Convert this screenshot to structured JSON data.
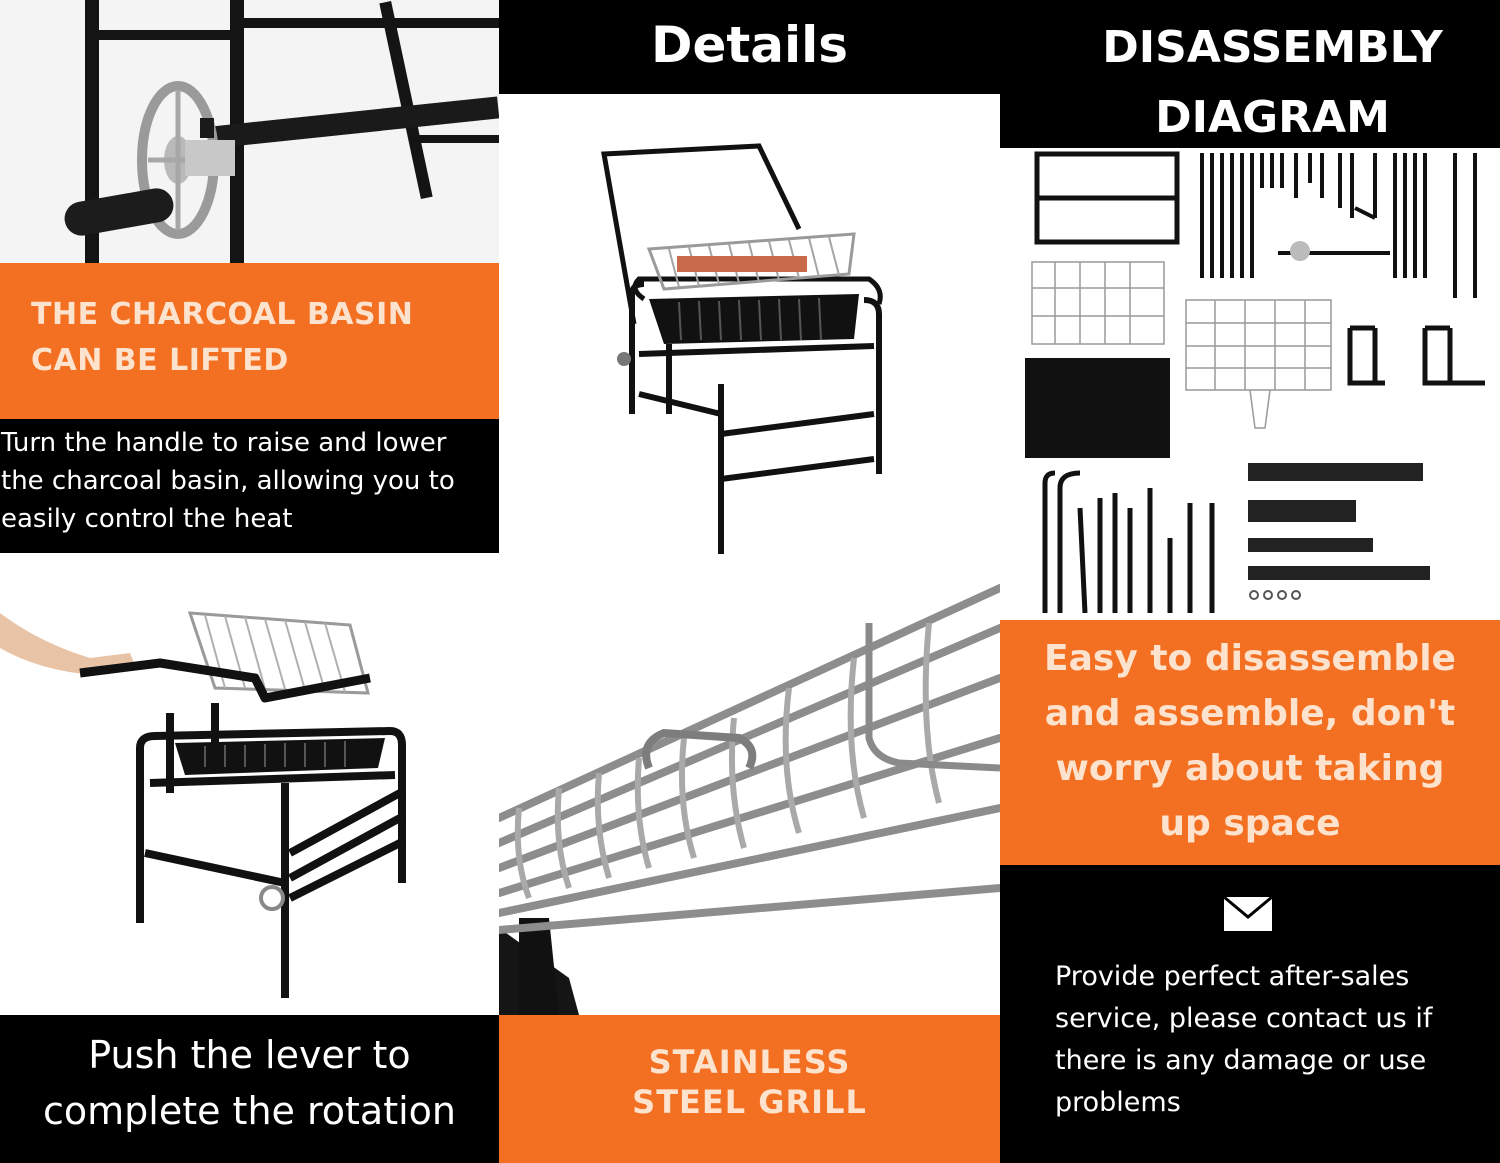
{
  "colors": {
    "black": "#000000",
    "orange": "#f36f21",
    "white": "#ffffff",
    "peach_text": "#fde2cd"
  },
  "left": {
    "basin_title_line1": "THE CHARCOAL BASIN",
    "basin_title_line2": "CAN BE LIFTED",
    "basin_desc_line1": "Turn the handle to raise and lower",
    "basin_desc_line2": "the charcoal basin, allowing you to",
    "basin_desc_line3": "easily control the heat",
    "lever_line1": "Push the lever to",
    "lever_line2": "complete the rotation"
  },
  "middle": {
    "title": "Details",
    "grill_line1": "STAINLESS",
    "grill_line2": "STEEL GRILL"
  },
  "right": {
    "title_line1": "DISASSEMBLY",
    "title_line2": "DIAGRAM",
    "assemble_line1": "Easy to disassemble",
    "assemble_line2": "and assemble, don't",
    "assemble_line3": "worry about taking",
    "assemble_line4": "up space",
    "envelope_icon": "envelope-icon",
    "service_line1": "Provide perfect after-sales",
    "service_line2": "service, please contact us if",
    "service_line3": "there is any damage or use",
    "service_line4": "problems"
  }
}
